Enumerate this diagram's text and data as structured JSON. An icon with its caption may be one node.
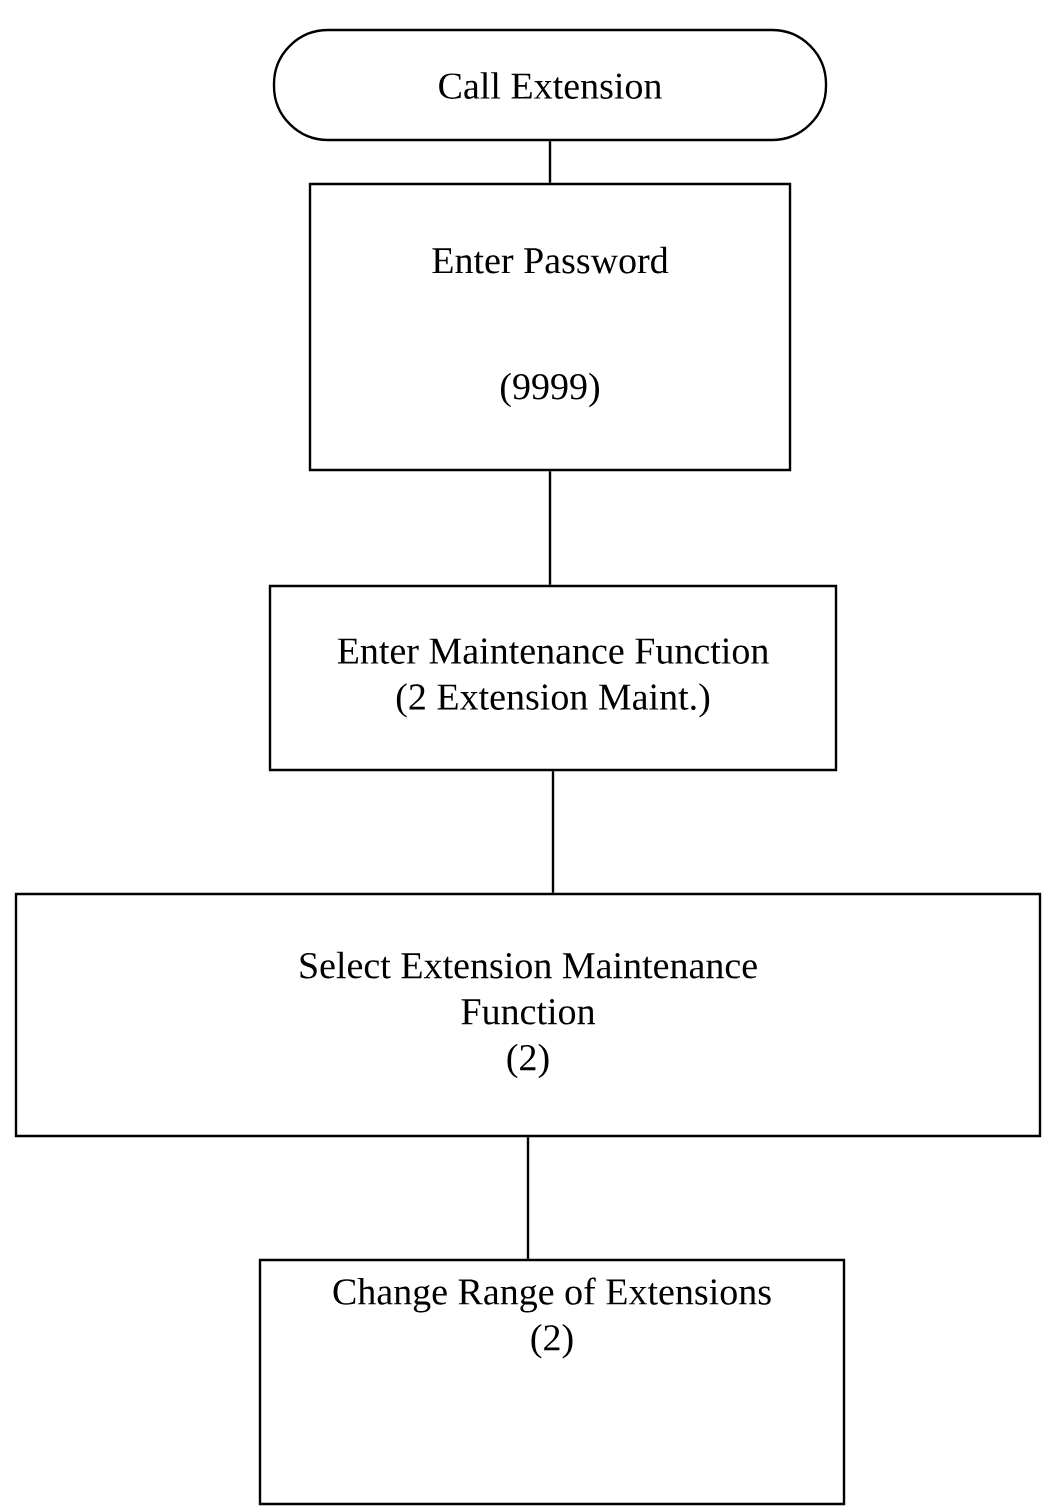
{
  "diagram": {
    "nodes": [
      {
        "text": [
          "Call Extension"
        ]
      },
      {
        "text": [
          "Enter Password",
          "(9999)"
        ]
      },
      {
        "text": [
          "Enter Maintenance Function",
          "(2 Extension Maint.)"
        ]
      },
      {
        "text": [
          "Select Extension Maintenance Function",
          "(2)"
        ]
      },
      {
        "text": [
          "Change Range of Extensions",
          "(2)"
        ]
      }
    ],
    "edges": [
      {
        "from": 0,
        "to": 1,
        "arrow": "none"
      },
      {
        "from": 1,
        "to": 2,
        "arrow": "none"
      },
      {
        "from": 2,
        "to": 3,
        "arrow": "none"
      },
      {
        "from": 3,
        "to": 4,
        "arrow": "none"
      }
    ]
  }
}
